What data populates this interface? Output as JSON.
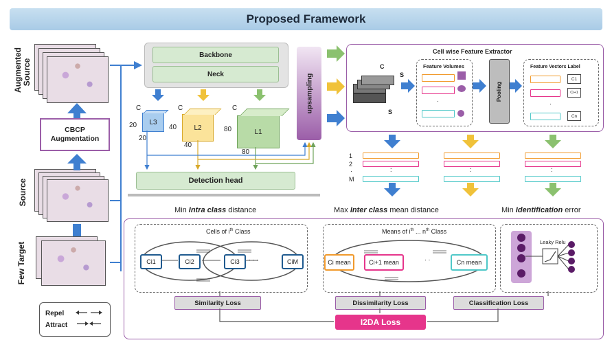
{
  "title": "Proposed Framework",
  "side_labels": {
    "augmented_source": "Augmented Source",
    "source": "Source",
    "few_target": "Few Target"
  },
  "cbcp": "CBCP Augmentation",
  "legend": {
    "repel": "Repel",
    "attract": "Attract"
  },
  "backbone": "Backbone",
  "neck": "Neck",
  "upsampling": "upsampling",
  "detection_head": "Detection head",
  "cubes": [
    {
      "name": "L3",
      "c": "C",
      "w": "20",
      "d": "20"
    },
    {
      "name": "L2",
      "c": "C",
      "w": "40",
      "d": "40"
    },
    {
      "name": "L1",
      "c": "C",
      "w": "80",
      "d": "80"
    }
  ],
  "extractor": {
    "title": "Cell wise Feature Extractor",
    "c": "C",
    "s1": "S",
    "s2": "S",
    "feature_volumes": "Feature Volumes",
    "pooling": "Pooling",
    "vectors_label": "Feature Vectors Label",
    "dots": "·",
    "labels": [
      "C1",
      "Ci+1",
      "Cn"
    ]
  },
  "rows": {
    "r1": "1",
    "r2": "2",
    "rdot": "·",
    "rm": "M",
    "colon": ":"
  },
  "sections": {
    "intra": {
      "pre": "Min ",
      "em": "Intra class",
      "post": " distance"
    },
    "inter": {
      "pre": "Max ",
      "em": "Inter class",
      "post": " mean distance"
    },
    "ident": {
      "pre": "Min ",
      "em": "Identification",
      "post": " error"
    }
  },
  "intra_box": {
    "title": "Cells of i",
    "title_sup": "th",
    "title_post": " Class",
    "nodes": [
      "Ci1",
      "Ci2",
      "Ci3",
      "CiM"
    ],
    "dots": "· · ·"
  },
  "inter_box": {
    "title": "Means of i",
    "title_sup": "th",
    "title_mid": " ... n",
    "title_sup2": "th",
    "title_post": " Class",
    "nodes": [
      "Ci mean",
      "Ci+1 mean",
      "Cn mean"
    ],
    "dots": "· ·"
  },
  "ident_box": {
    "leaky": "Leaky Relu"
  },
  "losses": {
    "similarity": "Similarity Loss",
    "dissimilarity": "Dissimilarity Loss",
    "classification": "Classification Loss",
    "total": "I2DA  Loss"
  },
  "colors": {
    "blue": "#3f7fd0",
    "yellow": "#f0c23a",
    "green": "#8bc16f",
    "purple": "#9b5ea8",
    "orange": "#f19a2c",
    "cyan": "#4fc8c8",
    "pink": "#e6358b"
  }
}
